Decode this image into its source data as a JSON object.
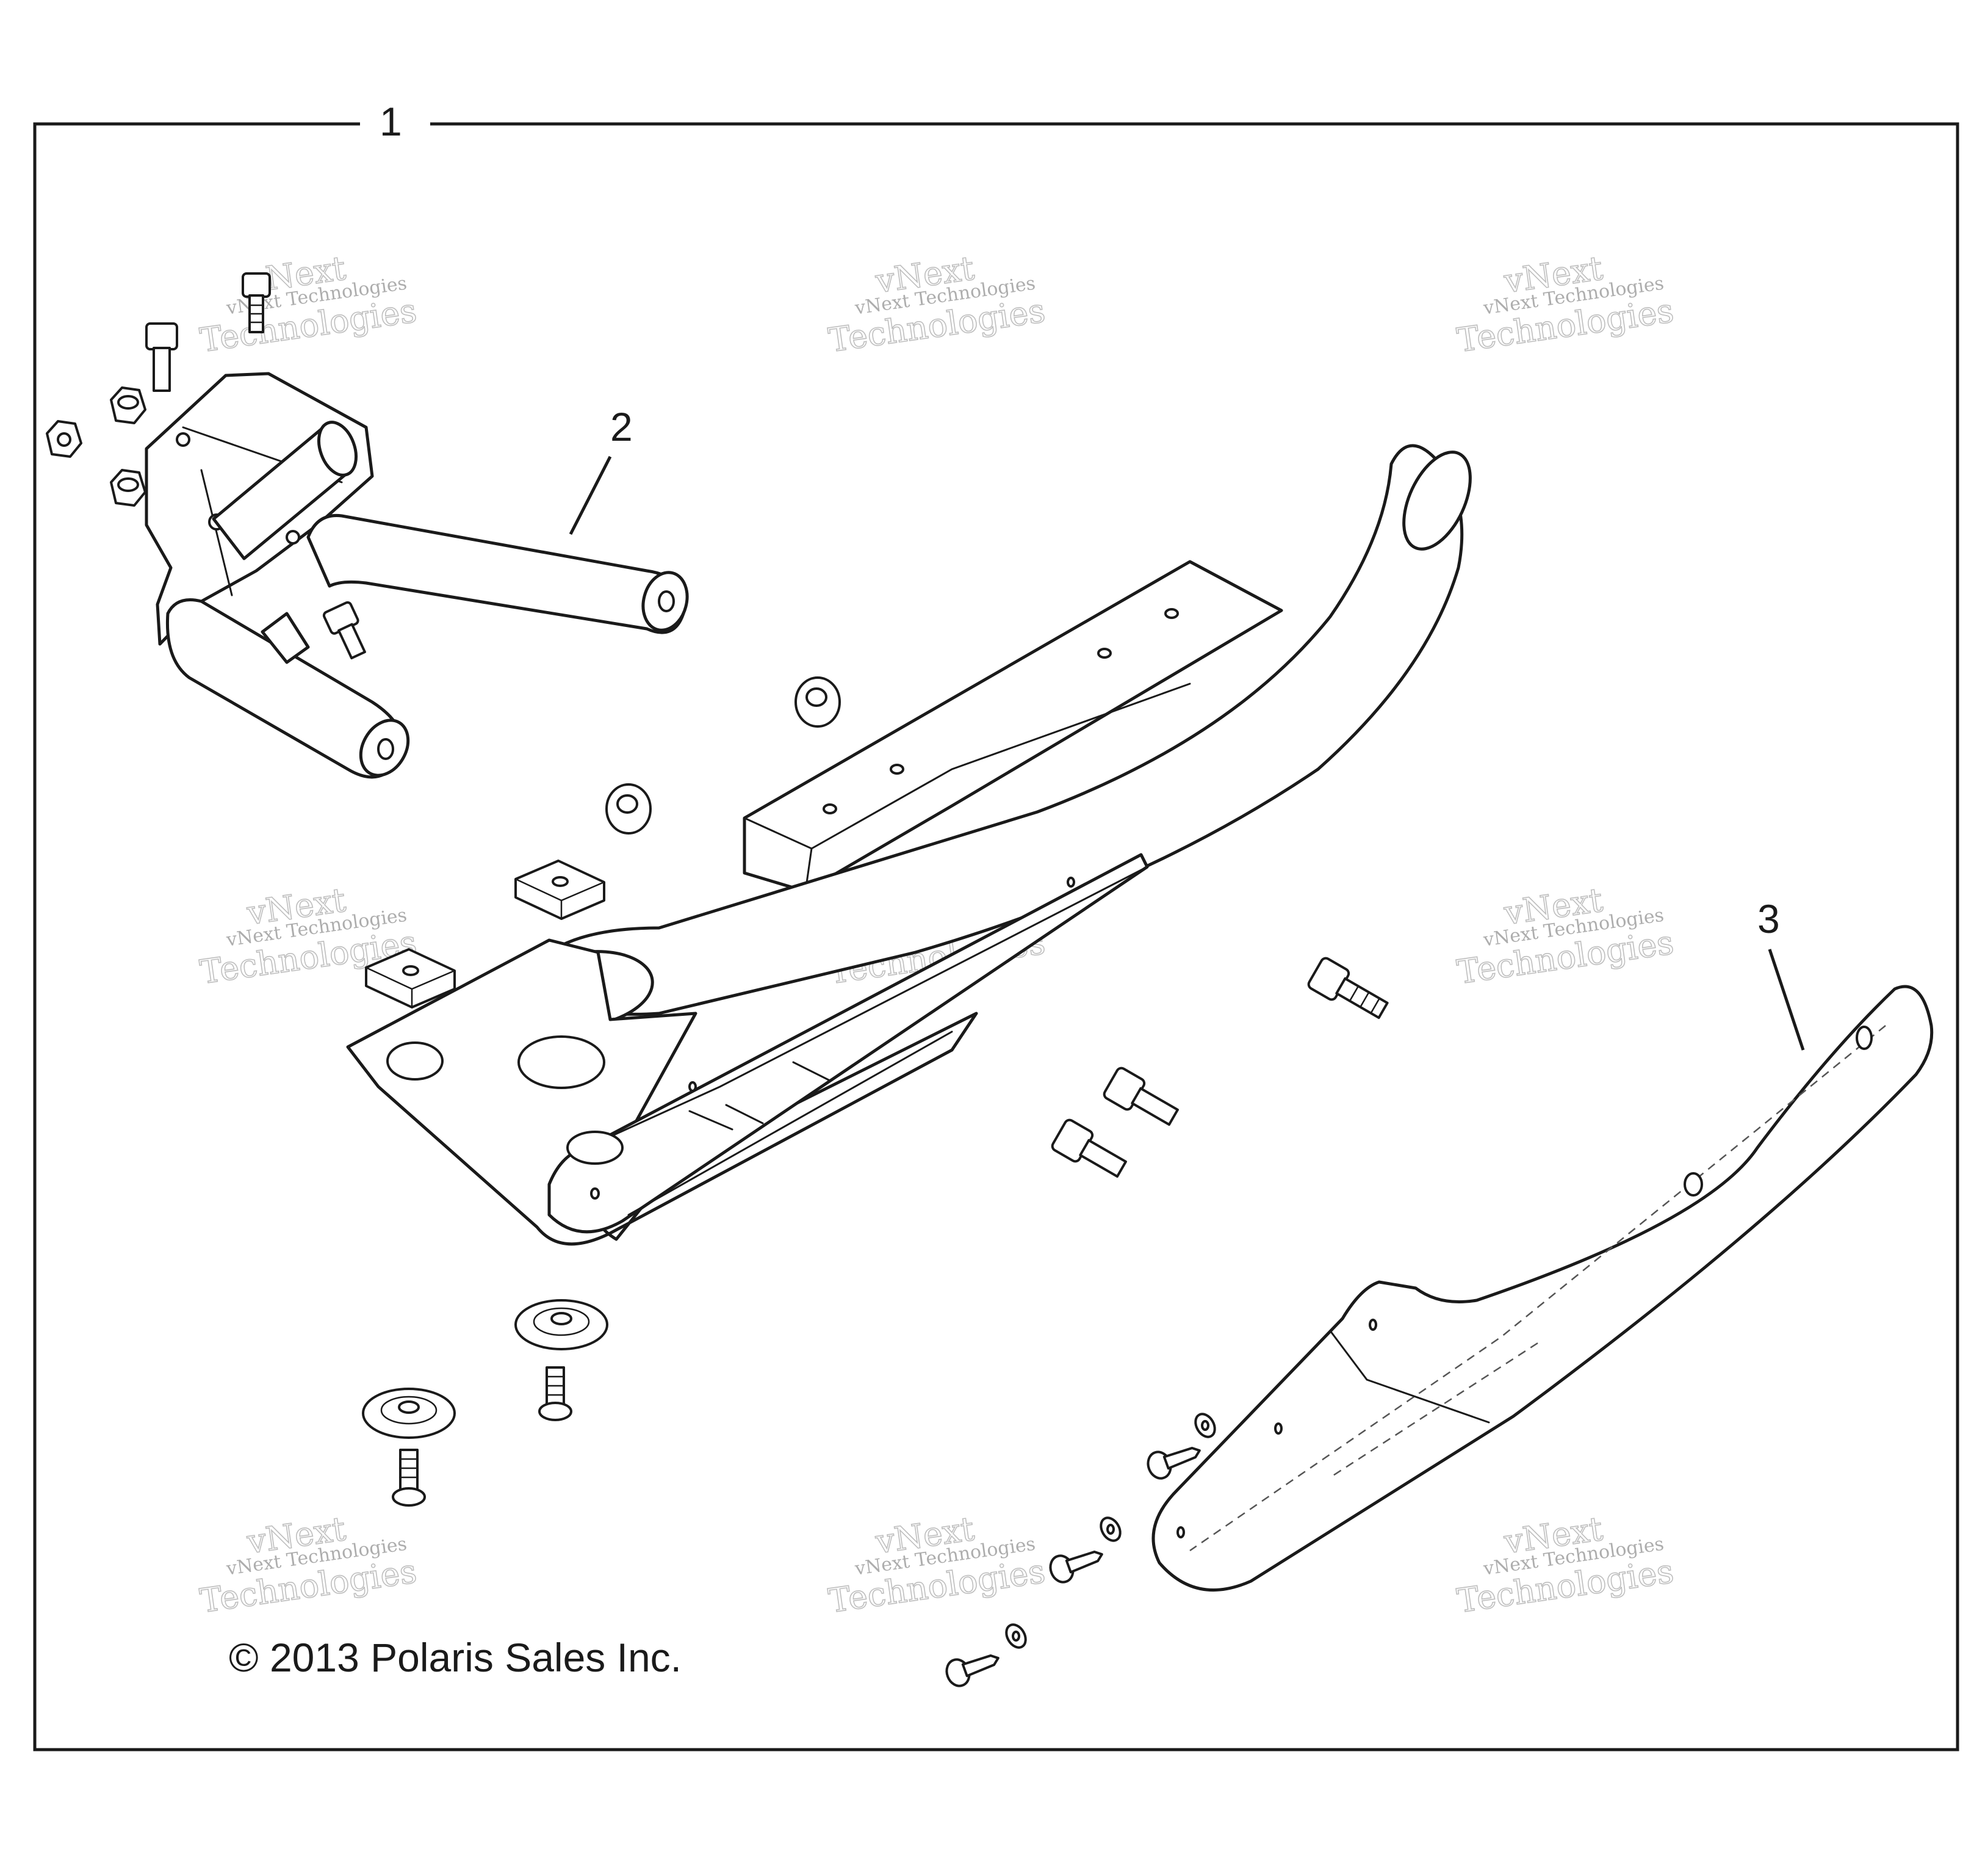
{
  "diagram": {
    "callouts": [
      {
        "id": "1",
        "label": "1"
      },
      {
        "id": "2",
        "label": "2"
      },
      {
        "id": "3",
        "label": "3"
      }
    ],
    "copyright": "© 2013 Polaris Sales Inc.",
    "watermark": {
      "line1": "vNext Technologies",
      "line2": "vNext",
      "line3": "Technologies"
    }
  }
}
